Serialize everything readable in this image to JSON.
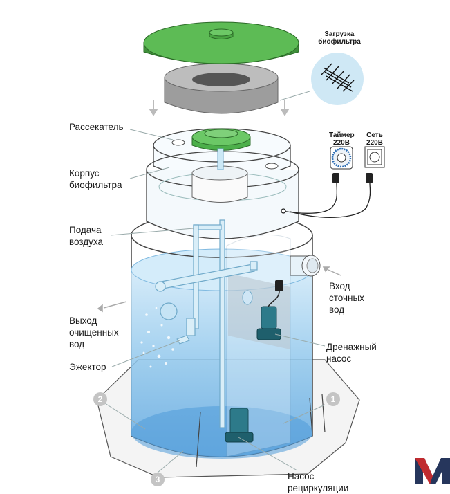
{
  "labels": {
    "dispenser": "Рассекатель",
    "housing": "Корпус\nбиофильтра",
    "air_supply": "Подача\nвоздуха",
    "clean_water_outlet": "Выход\nочищенных\nвод",
    "ejector": "Эжектор",
    "wastewater_inlet": "Вход\nсточных\nвод",
    "drainage_pump": "Дренажный\nнасос",
    "recirc_pump": "Насос\nрециркуляции",
    "biofilter_load": "Загрузка\nбиофильтра",
    "timer": "Таймер\n220В",
    "mains": "Сеть\n220В"
  },
  "markers": [
    "1",
    "2",
    "3"
  ],
  "logo_letter": "M",
  "colors": {
    "lid_green": "#5dbb55",
    "lid_dark": "#3f8f3a",
    "ring_grey": "#a9a9a9",
    "water_blue": "#8ec6ec",
    "water_deep": "#5ea6e0",
    "pump_teal": "#2d7a8a",
    "logo_red": "#d12a2a",
    "logo_navy": "#26365c"
  }
}
